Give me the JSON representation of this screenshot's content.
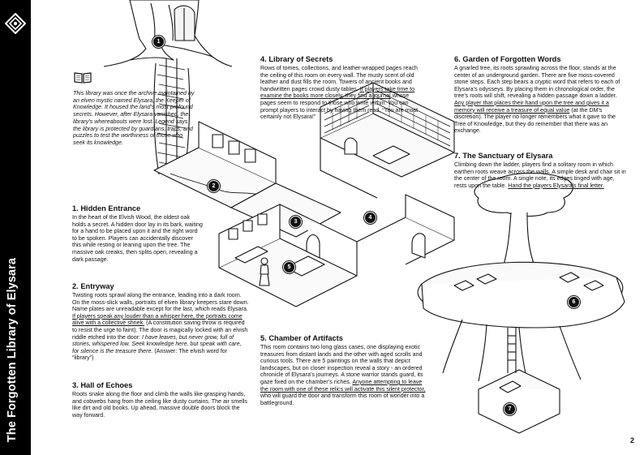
{
  "spine": {
    "title": "The Forgotten Library of Elysara"
  },
  "page_number": "2",
  "lore": "This library was once the archive maintained by an elven mystic named Elysara, the Keeper of Knowledge. It housed the land’s most profound secrets. However, after Elysara vanished, the library’s whereabouts were lost. Legend says the library is protected by guardians, traps, and puzzles to test the worthiness of those who seek its knowledge.",
  "markers": [
    "1",
    "2",
    "3",
    "4",
    "5",
    "6",
    "7"
  ],
  "sections": {
    "s1": {
      "title": "1. Hidden Entrance",
      "body": "In the heart of the Elvish Wood, the oldest oak holds a secret. A hidden door lay in its bark, waiting for a hand to be placed upon it and the right word to be spoken. Players can accidentally discover this while resting or leaning upon the tree. The massive oak creaks, then splits open, revealing a dark passage."
    },
    "s2": {
      "title": "2. Entryway",
      "body1": "Twisting roots sprawl along the entrance, leading into a dark room. On the moss-slick walls, portraits of elven library keepers stare down. Name plates are unreadable except for the last, which reads Elysara.",
      "underline": "If players speak any louder than a whisper here, the portraits come alive with a collective shriek.",
      "body2": "(A constitution saving throw is required to resist the urge to faint). The door is magically locked with an elvish riddle etched into the door:",
      "riddle": "I have leaves, but never grow, full of stories, whispered low. Seek knowledge here, but speak with care, for silence is the treasure there.",
      "answer": "(Answer: The elvish word for “library”)"
    },
    "s3": {
      "title": "3. Hall of Echoes",
      "body": "Roots snake along the floor and climb the walls like grasping hands, and cobwebs hang from the ceiling like dusty curtains. The air smells like dirt and old books. Up ahead, massive double doors block the way forward."
    },
    "s4": {
      "title": "4. Library of Secrets",
      "body1": "Rows of tomes, collections, and leather-wrapped pages reach the ceiling of this room on every wall. The musty scent of old leather and dust fills the room. Towers of ancient books and handwritten pages crowd dusty tables.",
      "underline": "If players take time to examine the books more closely, they find a journal",
      "body2": "whose pages seem to respond to those who write within. You can prompt players to interact by having them read, “You are most certainly not Elysara!”"
    },
    "s5": {
      "title": "5. Chamber of Artifacts",
      "body1": "This room contains two long glass cases, one displaying exotic treasures from distant lands and the other with aged scrolls and curious tools. There are 5 paintings on the walls that depict landscapes, but on closer inspection reveal a story - an ordered chronicle of Elysara’s journeys. A stone warrior stands guard, its gaze fixed on the chamber’s riches.",
      "underline": "Anyone attempting to leave the room with one of these relics will activate this silent protector,",
      "body2": "who will guard the door and transform this room of wonder into a battleground."
    },
    "s6": {
      "title": "6. Garden of Forgotten Words",
      "body1": "A gnarled tree, its roots sprawling across the floor, stands at the center of an underground garden. There are five moss-covered stone steps. Each step bears a cryptic word that refers to each of Elysara’s odysseys. By placing them in chronological order, the tree’s roots will shift, revealing a hidden passage down a ladder.",
      "underline": "Any player that places their hand upon the tree and gives it a memory will receive a treasure of equal value",
      "body2": "(at the DM’s discretion). The player no longer remembers what it gave to the Tree of Knowledge, but they do remember that there was an exchange."
    },
    "s7": {
      "title": "7. The Sanctuary of Elysara",
      "body1": "Climbing down the ladder, players find a solitary room in which earthen roots weave across the walls. A simple desk and chair sit in the center of the room. A single note, its edges tinged with age, rests upon the table.",
      "underline": "Hand the players Elysara’s final letter."
    }
  }
}
